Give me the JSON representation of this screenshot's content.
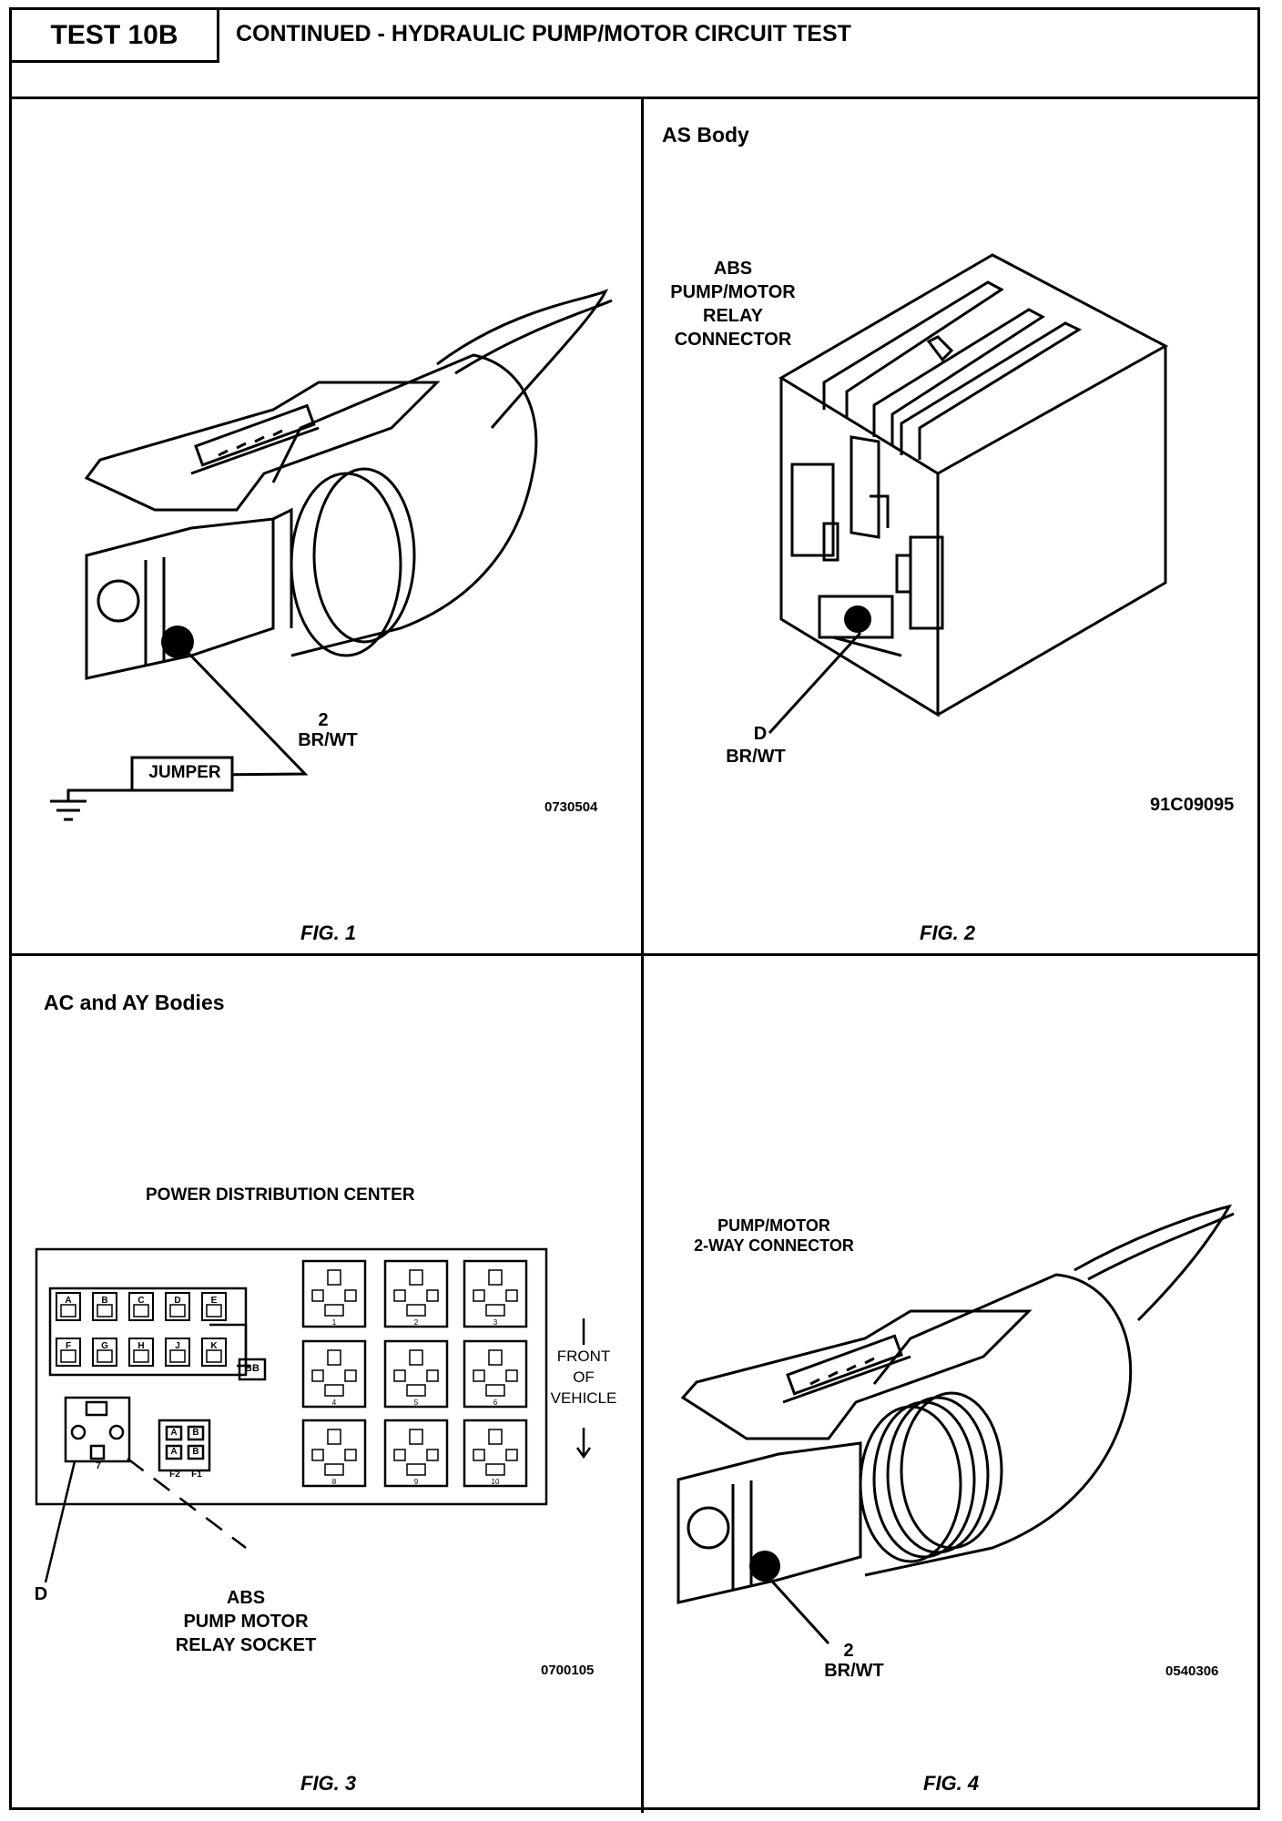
{
  "header": {
    "test_id": "TEST 10B",
    "title": "CONTINUED - HYDRAULIC PUMP/MOTOR CIRCUIT TEST"
  },
  "fig1": {
    "caption": "FIG. 1",
    "pin_number": "2",
    "wire_color": "BR/WT",
    "jumper_label": "JUMPER",
    "code": "0730504"
  },
  "fig2": {
    "caption": "FIG. 2",
    "body_label": "AS Body",
    "connector_label": [
      "ABS",
      "PUMP/MOTOR",
      "RELAY",
      "CONNECTOR"
    ],
    "pin_letter": "D",
    "wire_color": "BR/WT",
    "code": "91C09095"
  },
  "fig3": {
    "caption": "FIG. 3",
    "body_label": "AC and AY Bodies",
    "pdc_title": "POWER DISTRIBUTION CENTER",
    "front_label": [
      "FRONT",
      "OF",
      "VEHICLE"
    ],
    "pin_letter": "D",
    "socket_label": [
      "ABS",
      "PUMP MOTOR",
      "RELAY SOCKET"
    ],
    "code": "0700105",
    "fuse_letters_top": [
      "A",
      "B",
      "C",
      "D",
      "E"
    ],
    "fuse_letters_bottom": [
      "F",
      "G",
      "H",
      "J",
      "K"
    ],
    "fuse_box_label": "BB",
    "small_fuses": [
      "A",
      "B",
      "A",
      "B"
    ],
    "small_fuse_labels": [
      "F2",
      "F1"
    ],
    "relay_numbers": [
      "1",
      "2",
      "3",
      "4",
      "5",
      "6",
      "8",
      "9",
      "10"
    ],
    "socket_number": "7"
  },
  "fig4": {
    "caption": "FIG. 4",
    "connector_label": [
      "PUMP/MOTOR",
      "2-WAY CONNECTOR"
    ],
    "pin_number": "2",
    "wire_color": "BR/WT",
    "code": "0540306"
  }
}
